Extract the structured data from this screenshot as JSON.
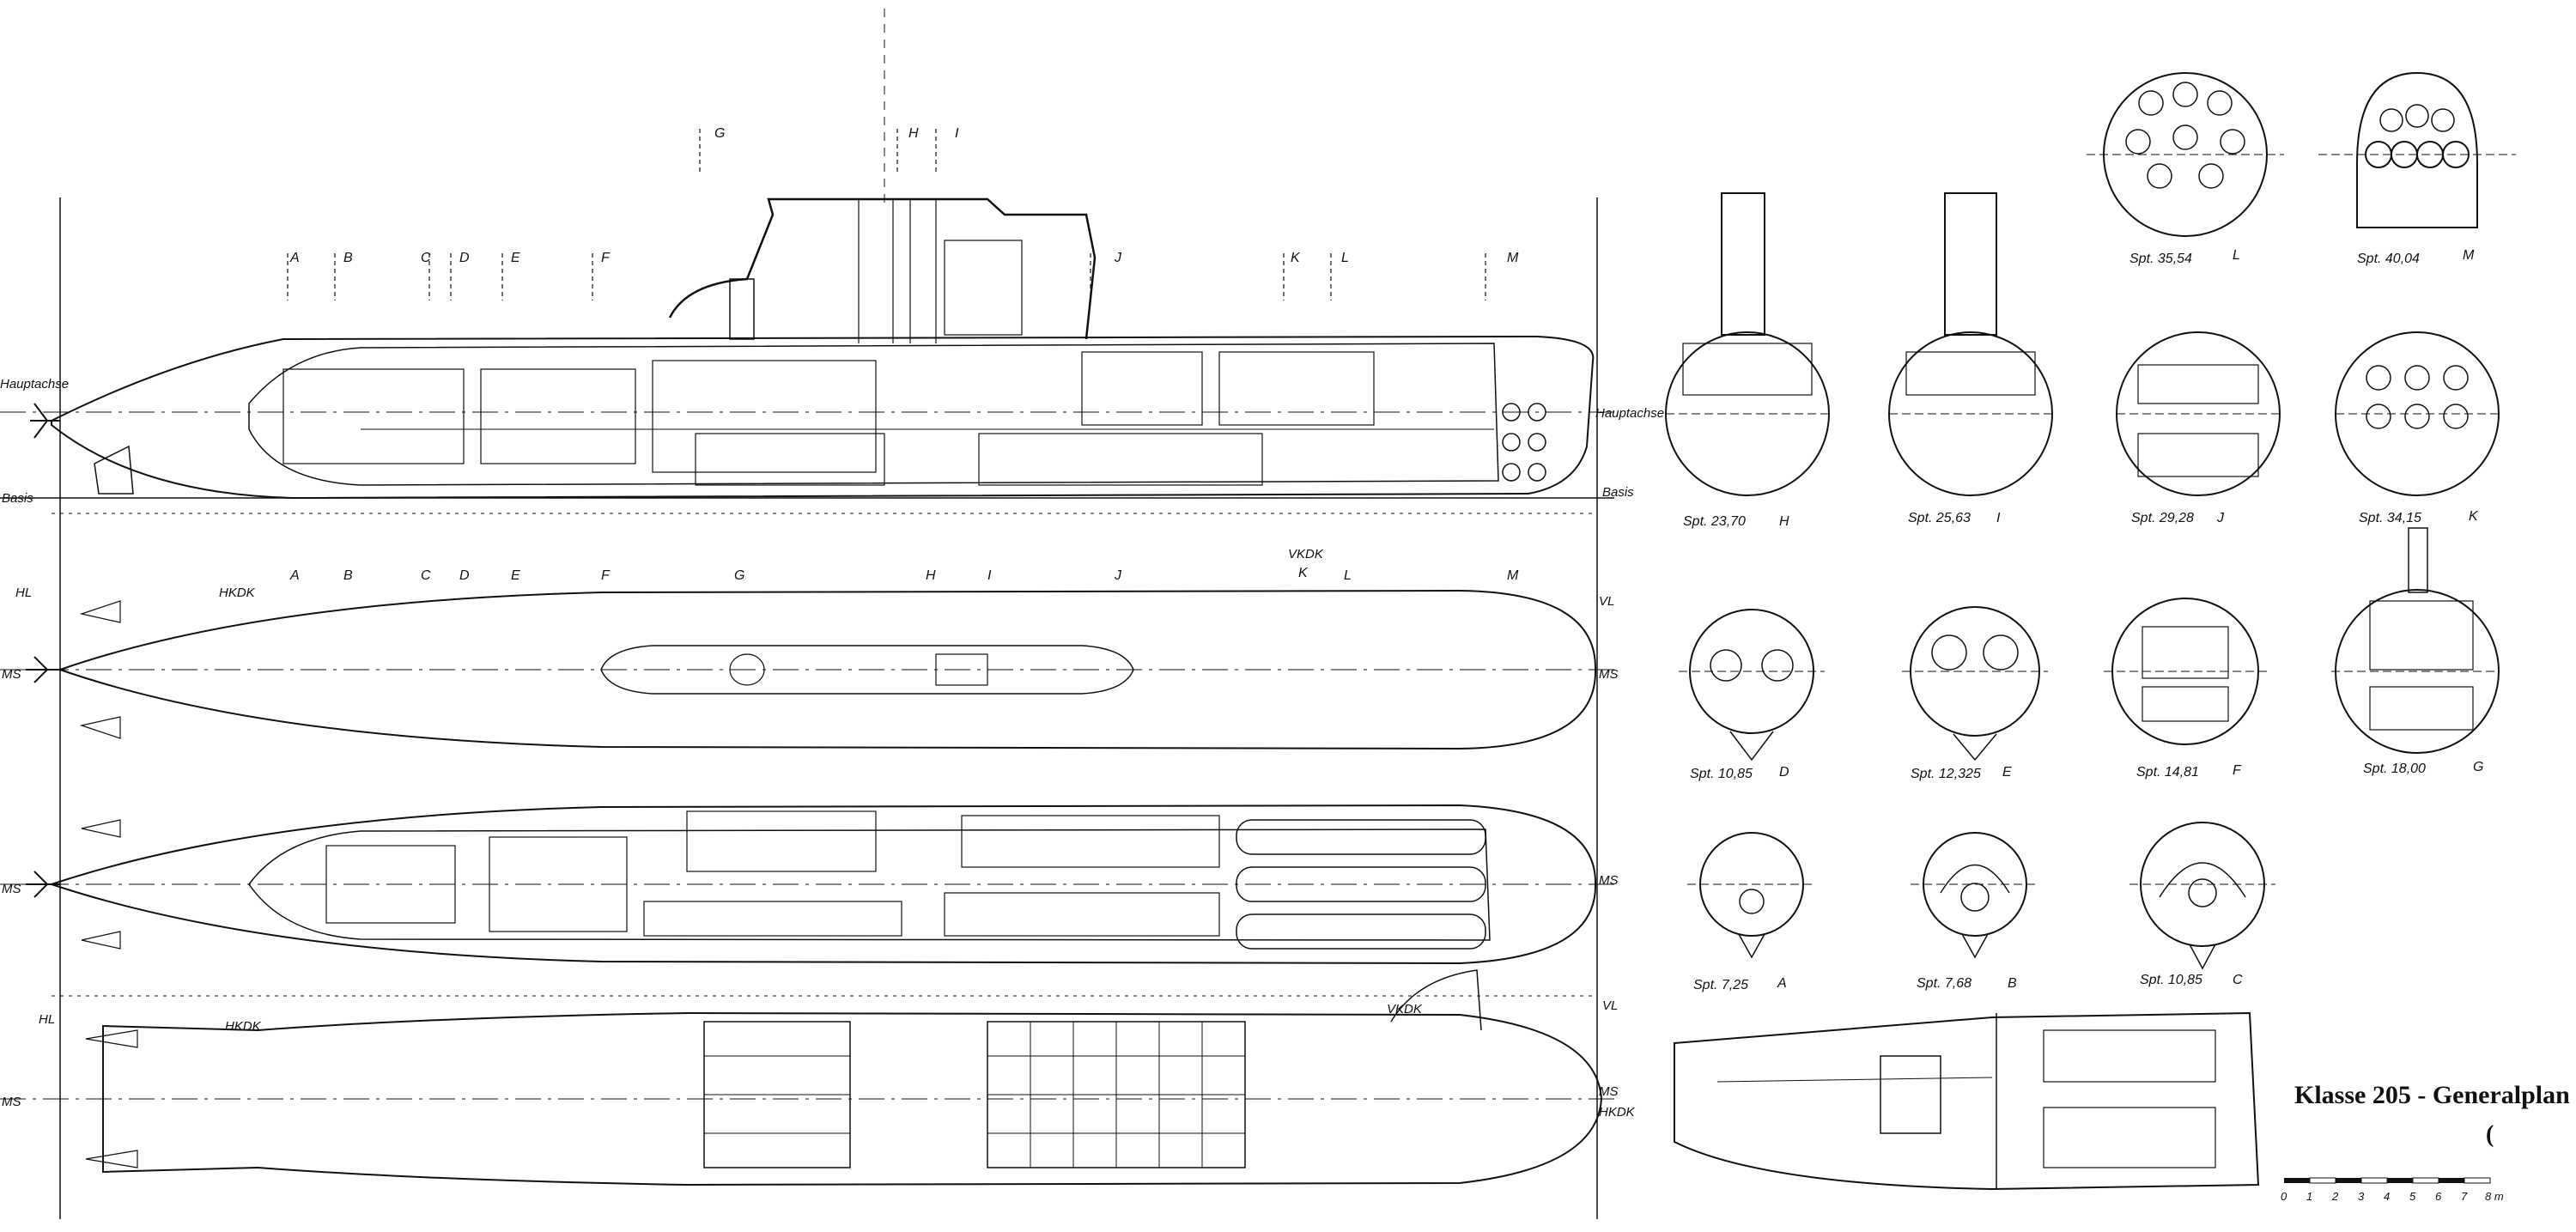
{
  "title": "Klasse 205 - Generalplan -",
  "title_mark": "(",
  "side_view": {
    "labels": {
      "hauptachse": "Hauptachse",
      "hauptachse_right": "Hauptachse",
      "basis": "Basis",
      "basis_right": "Basis"
    },
    "section_marks_top": [
      "G",
      "H",
      "I"
    ],
    "section_marks_row": [
      "A",
      "B",
      "C",
      "D",
      "E",
      "F",
      "J",
      "K",
      "L",
      "M"
    ]
  },
  "plan_view": {
    "labels": {
      "hl": "HL",
      "hkdk": "HKDK",
      "vkdk": "VKDK",
      "vl": "VL",
      "ms": "MS",
      "ms_right": "MS"
    },
    "section_marks": [
      "A",
      "B",
      "C",
      "D",
      "E",
      "F",
      "G",
      "H",
      "I",
      "J",
      "K",
      "L",
      "M"
    ]
  },
  "deck_view": {
    "labels": {
      "ms": "MS",
      "ms_right": "MS"
    }
  },
  "bottom_view": {
    "labels": {
      "hl": "HL",
      "hkdk": "HKDK",
      "ms": "MS",
      "vkdk": "VKDK",
      "vl": "VL",
      "ms_right": "MS",
      "hkdk_right": "HKDK"
    }
  },
  "cross_sections": [
    {
      "id": "H",
      "spt": "Spt. 23,70"
    },
    {
      "id": "I",
      "spt": "Spt. 25,63"
    },
    {
      "id": "J",
      "spt": "Spt. 29,28"
    },
    {
      "id": "K",
      "spt": "Spt. 34,15"
    },
    {
      "id": "L",
      "spt": "Spt. 35,54"
    },
    {
      "id": "M",
      "spt": "Spt. 40,04"
    },
    {
      "id": "D",
      "spt": "Spt. 10,85"
    },
    {
      "id": "E",
      "spt": "Spt. 12,325"
    },
    {
      "id": "F",
      "spt": "Spt. 14,81"
    },
    {
      "id": "G",
      "spt": "Spt. 18,00"
    },
    {
      "id": "A",
      "spt": "Spt. 7,25"
    },
    {
      "id": "B",
      "spt": "Spt. 7,68"
    },
    {
      "id": "C",
      "spt": "Spt. 10,85"
    }
  ],
  "scale_bar": {
    "ticks": [
      "0",
      "1",
      "2",
      "3",
      "4",
      "5",
      "6",
      "7",
      "8 m"
    ]
  }
}
